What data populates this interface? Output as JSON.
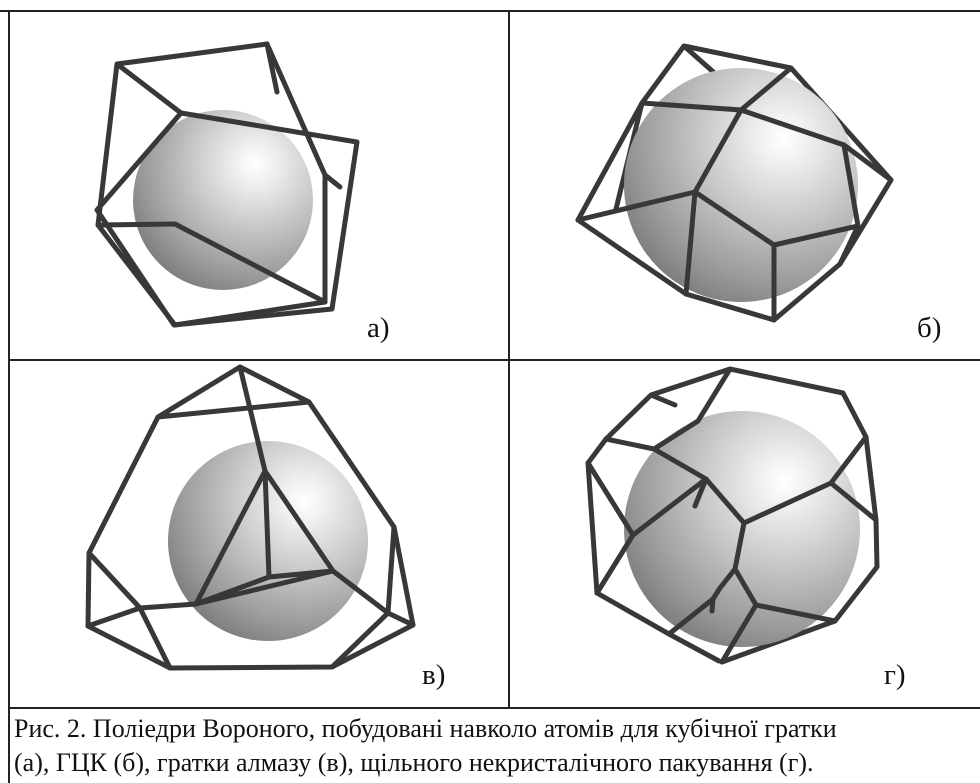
{
  "panels": [
    {
      "id": "a",
      "label": "а)"
    },
    {
      "id": "b",
      "label": "б)"
    },
    {
      "id": "c",
      "label": "в)"
    },
    {
      "id": "d",
      "label": "г)"
    }
  ],
  "caption": {
    "line1": "Рис. 2. Поліедри Вороного, побудовані навколо атомів для кубічної гратки",
    "line2": "(а), ГЦК (б), гратки алмазу (в), щільного некристалічного пакування (г)."
  },
  "colors": {
    "frame": "#383838",
    "border": "#222222",
    "sphere_light": "#ffffff",
    "sphere_dark": "#777777"
  }
}
